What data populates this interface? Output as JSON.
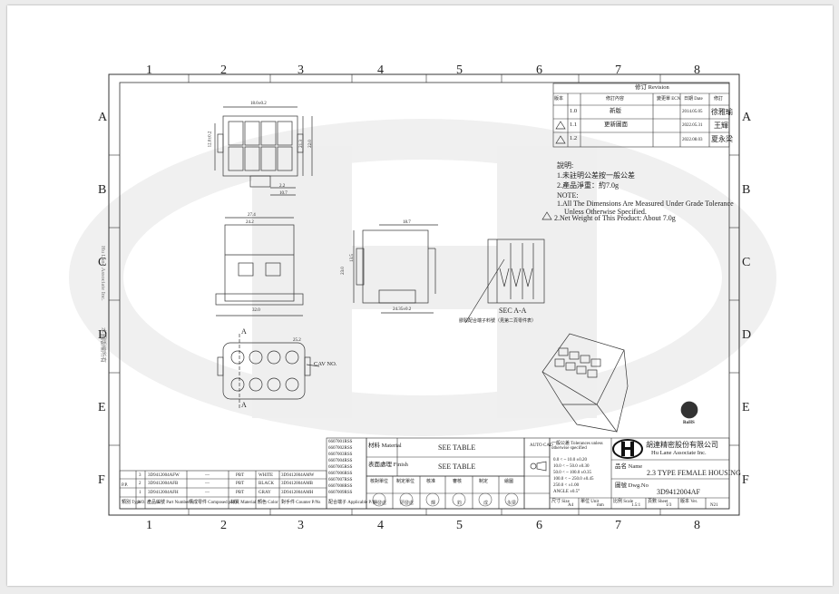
{
  "border": {
    "columns": [
      "1",
      "2",
      "3",
      "4",
      "5",
      "6",
      "7",
      "8"
    ],
    "rows": [
      "A",
      "B",
      "C",
      "D",
      "E",
      "F"
    ]
  },
  "revision": {
    "title": "修订 Revision",
    "headers": [
      "版本",
      "修訂內容",
      "變更單 ECN",
      "日期 Date",
      "修訂"
    ],
    "rows": [
      {
        "ver": "1.0",
        "desc": "新版",
        "ecn": "",
        "date": "2014.05.05",
        "by": "徐雅瑜"
      },
      {
        "ver": "1.1",
        "desc": "更新圖面",
        "ecn": "",
        "date": "2022.05.31",
        "by": "王輝"
      },
      {
        "ver": "1.2",
        "desc": "",
        "ecn": "",
        "date": "2022.08.03",
        "by": "夏永梁"
      }
    ]
  },
  "notes": {
    "cn_title": "說明:",
    "cn1": "1.未註明公差按一般公差",
    "cn2": "2.產品淨重：約7.0g",
    "en_title": "NOTE:",
    "en1": "1.All The Dimensions Are Measured Under Grade Tolerance",
    "en1b": "Unless Otherwise Specified.",
    "en2": "2.Net Weight of This Product: About 7.0g"
  },
  "dims": {
    "d1": "18.0±0.2",
    "d2": "12.0±0.2",
    "d3": "21.3",
    "d4": "22.0",
    "d5": "2.2",
    "d6": "10.7",
    "d7": "27.4",
    "d8": "24.2",
    "d9": "32.0",
    "d10": "18.7",
    "d11": "23.0",
    "d12": "13.5",
    "d13": "24.35±0.2",
    "d14": "25.2"
  },
  "labels": {
    "sec": "SEC  A-A",
    "cav": "CAV NO.",
    "a_mark": "A",
    "side_text": "Hu Lane Associate Inc.",
    "side_text2": "本圖版權所有",
    "rohs": "RoHS",
    "callout": "膠殼配合端子料號（見第二頁零件表）"
  },
  "parts": [
    {
      "no": "3",
      "pn": "3D9412004AFW",
      "comp": "—",
      "mat": "PBT",
      "color": "WHITE",
      "pn2": "3D9412004AMW"
    },
    {
      "no": "2",
      "pn": "3D9412004AFB",
      "comp": "—",
      "mat": "PBT",
      "color": "BLACK",
      "pn2": "3D9412004AMB"
    },
    {
      "no": "1",
      "pn": "3D9412004AFH",
      "comp": "—",
      "mat": "PBT",
      "color": "GRAY",
      "pn2": "3D9412004AMH"
    }
  ],
  "parts_header": {
    "type": "類別 Type",
    "no": "NO.",
    "pn": "產品編號 Part Number",
    "comp": "構成零件 Composed parts",
    "mat": "材質 Material",
    "color": "顏色 Color",
    "pn2": "對手件 Counter P/Ns",
    "app": "配合端子 Applicable P/Ns"
  },
  "pp_label": "P.P.",
  "terminals": [
    "6607001RSS",
    "6607002RSS",
    "6607003RSS",
    "6607004RSS",
    "6607005RSS",
    "6607006RSS",
    "6607007RSS",
    "6607008RSS",
    "6607009RSS"
  ],
  "material": {
    "label": "材料 Material",
    "value": "SEE TABLE"
  },
  "finish": {
    "label": "表面處理 Finish",
    "value": "SEE TABLE"
  },
  "approvals": {
    "labels": [
      "核對單位",
      "制定單位",
      "核准",
      "審核",
      "制定",
      "繪圖"
    ],
    "stamps": [
      "研發處",
      "研發處",
      "輝",
      "鈞",
      "成",
      "永梁"
    ]
  },
  "tolerance": {
    "label": "一般公差 Tolerances unless otherwise specified",
    "rows": [
      "0.0 < ~ 10.0   ±0.20",
      "10.0 < ~ 50.0   ±0.30",
      "50.0 < ~ 100.0   ±0.35",
      "100.0 < ~ 250.0   ±0.45",
      "250.0 <   ±1.00",
      "ANGLE   ±0.5°"
    ]
  },
  "company": {
    "cn": "胡連精密股份有限公司",
    "en": "Hu Lane Associate Inc.",
    "logo": "HL"
  },
  "title_block": {
    "name_label": "品名 Name",
    "name": "2.3  TYPE  FEMALE  HOUSING",
    "dwg_label": "圖號 Dwg.No",
    "dwg": "3D9412004AF",
    "cad": "AUTO CAD",
    "size": "A4",
    "unit": "mm",
    "scale": "1.5:1",
    "sheet": "1/3",
    "size_label": "尺寸 Size",
    "unit_label": "單位 Unit",
    "scale_label": "比例 Scale",
    "sheet_label": "頁數 Sheet",
    "ver_label": "版本 Ver.",
    "ver": "N21"
  }
}
